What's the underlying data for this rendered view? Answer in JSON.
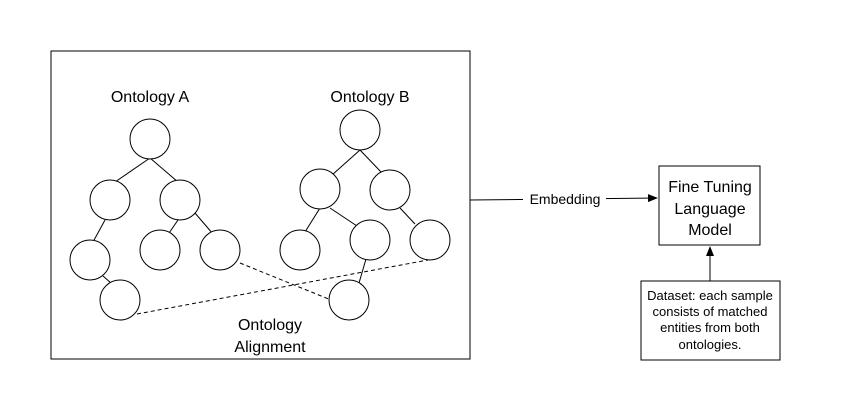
{
  "diagram": {
    "ontology_a_label": "Ontology A",
    "ontology_b_label": "Ontology B",
    "alignment_label_line1": "Ontology",
    "alignment_label_line2": "Alignment",
    "edge_label": "Embedding",
    "model_box": {
      "line1": "Fine Tuning",
      "line2": "Language",
      "line3": "Model"
    },
    "dataset_box": {
      "line1": "Dataset: each sample",
      "line2": "consists of matched",
      "line3": "entities from both",
      "line4": "ontologies."
    }
  },
  "colors": {
    "stroke": "#000000",
    "background": "#ffffff"
  }
}
